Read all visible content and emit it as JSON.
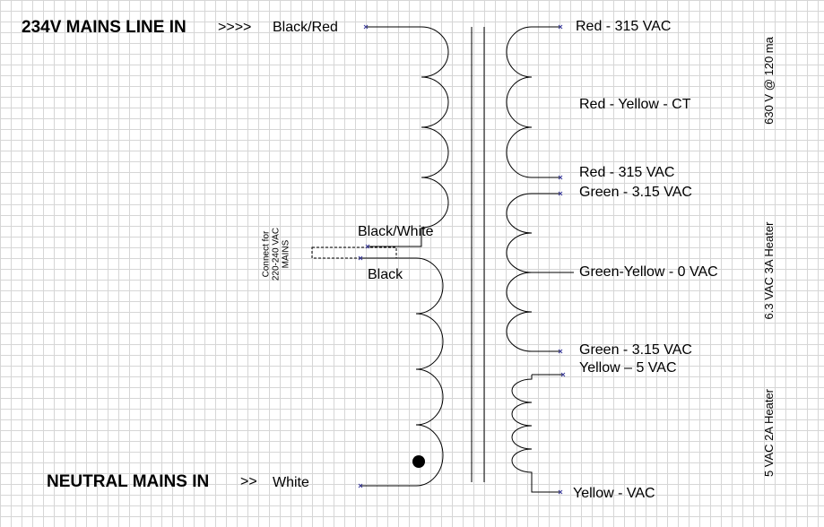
{
  "primary": {
    "line_in_title": "234V MAINS LINE IN",
    "line_in_arrows": ">>>>",
    "line_in_wire": "Black/Red",
    "tap_upper_wire": "Black/White",
    "tap_lower_wire": "Black",
    "connect_note_1": "Connect for",
    "connect_note_2": "220-240  VAC",
    "connect_note_3": "MAINS",
    "neutral_title": "NEUTRAL MAINS IN",
    "neutral_arrows": ">>",
    "neutral_wire": "White"
  },
  "secondary_hv": {
    "top": "Red  - 315 VAC",
    "center_tap": "Red - Yellow - CT",
    "bottom": "Red  - 315 VAC",
    "rating": "630 V @ 120 ma"
  },
  "secondary_heater_63": {
    "top": "Green  - 3.15 VAC",
    "center_tap": "Green-Yellow  - 0 VAC",
    "bottom": "Green  - 3.15 VAC",
    "rating": "6.3 VAC 3A Heater"
  },
  "secondary_heater_5": {
    "top": "Yellow – 5 VAC",
    "bottom": "Yellow  -  VAC",
    "rating": "5 VAC 2A Heater"
  }
}
